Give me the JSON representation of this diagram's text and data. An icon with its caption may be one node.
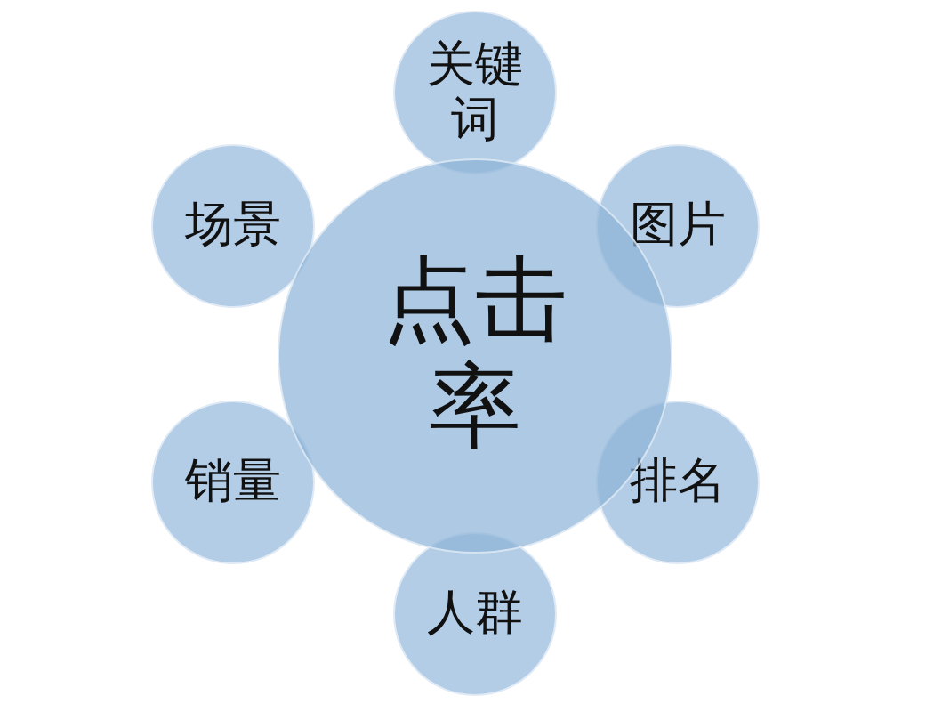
{
  "diagram": {
    "nodes": [
      {
        "text": [
          "点击率"
        ]
      },
      {
        "text": [
          "关键词"
        ]
      },
      {
        "text": [
          "图片"
        ]
      },
      {
        "text": [
          "排名"
        ]
      },
      {
        "text": [
          "人群"
        ]
      },
      {
        "text": [
          "销量"
        ]
      },
      {
        "text": [
          "场景"
        ]
      }
    ]
  }
}
